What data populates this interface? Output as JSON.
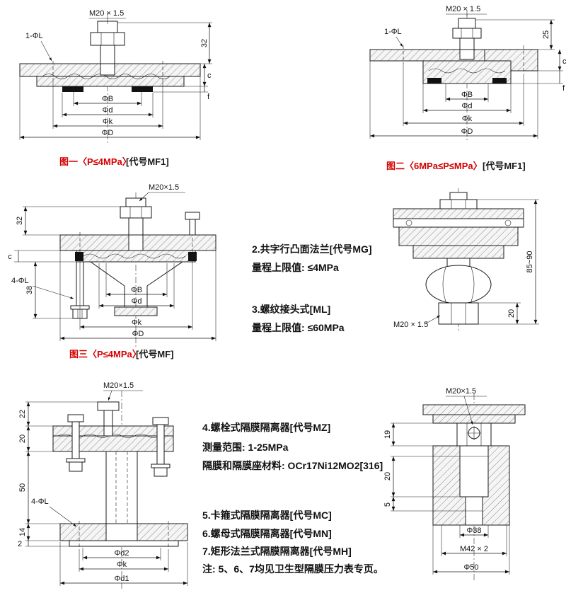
{
  "colors": {
    "caption": "#d40000",
    "line": "#1a1a1a"
  },
  "fig1": {
    "caption": "图一〈P≤4MPa〉",
    "code": "[代号MF1]",
    "thread": "M20 × 1.5",
    "hole": "1-ΦL",
    "h32": "32",
    "c": "c",
    "f": "f",
    "phiB": "ΦB",
    "phid": "Φd",
    "phik": "Φk",
    "phiD": "ΦD"
  },
  "fig2": {
    "caption": "图二〈6MPa≤P≤MPa〉",
    "code": "[代号MF1]",
    "thread": "M20 × 1.5",
    "hole": "1-ΦL",
    "h25": "25",
    "c": "c",
    "f": "f",
    "phiB": "ΦB",
    "phid": "Φd",
    "phik": "Φk",
    "phiD": "ΦD"
  },
  "fig3": {
    "caption": "图三〈P≤4MPa〉",
    "code": "[代号MF]",
    "thread": "M20×1.5",
    "hole": "4-ΦL",
    "h32": "32",
    "c": "c",
    "h38": "38",
    "phiB": "ΦB",
    "phid": "Φd",
    "phik": "Φk",
    "phiD": "ΦD"
  },
  "note_mg_ml": {
    "item2": "2.共字行凸面法兰[代号MG]",
    "item2_range": "量程上限值: ≤4MPa",
    "item3": "3.螺纹接头式[ML]",
    "item3_range": "量程上限值: ≤60MPa"
  },
  "fig_ml": {
    "h8590": "85~90",
    "h20": "20",
    "thread": "M20 × 1.5"
  },
  "fig_mz": {
    "thread": "M20×1.5",
    "h22": "22",
    "h20": "20",
    "h50": "50",
    "h14": "14",
    "h2": "2",
    "hole": "4-ΦL",
    "phid2": "Φd2",
    "phik": "Φk",
    "phid1": "Φd1"
  },
  "note_mz": {
    "item4": "4.螺栓式隔膜隔离器[代号MZ]",
    "item4_range": "测量范围: 1-25MPa",
    "item4_material": "隔膜和隔膜座材料: OCr17Ni12MO2[316]",
    "item5": "5.卡箍式隔膜隔离器[代号MC]",
    "item6": "6.螺母式隔膜隔离器[代号MN]",
    "item7": "7.矩形法兰式隔膜隔离器[代号MH]",
    "footnote": "注: 5、6、7均见卫生型隔膜压力表专页。"
  },
  "fig_mh": {
    "thread": "M20×1.5",
    "h19": "19",
    "h20": "20",
    "h5": "5",
    "phi38": "Φ38",
    "m42": "M42 × 2",
    "phi50": "Φ50"
  }
}
